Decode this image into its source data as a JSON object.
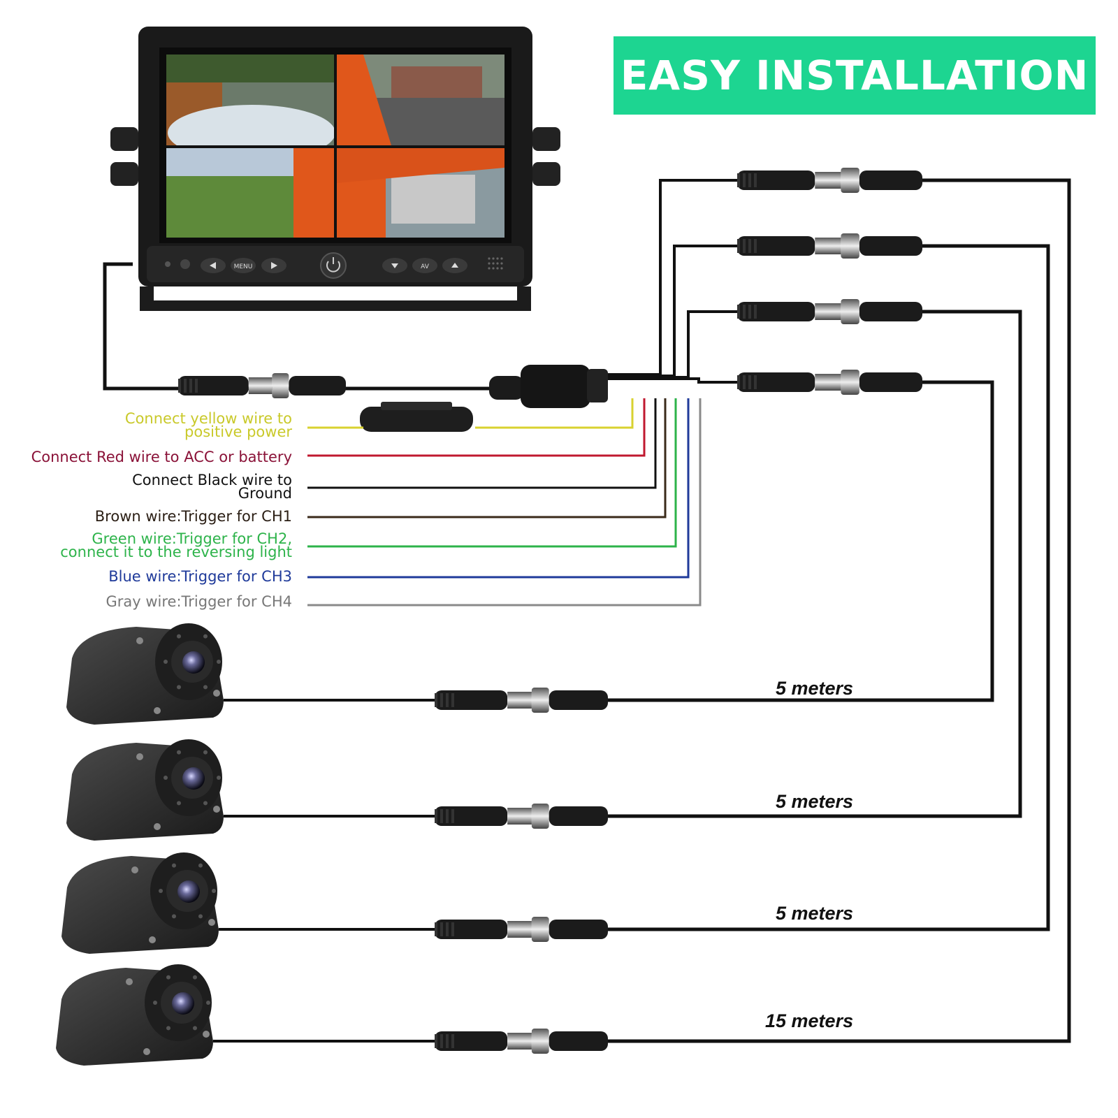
{
  "banner": {
    "text": "EASY INSTALLATION",
    "color": "#1dd591"
  },
  "monitor": {
    "buttons": [
      {
        "icon": "left-arrow-icon"
      },
      {
        "label": "MENU"
      },
      {
        "icon": "right-arrow-icon"
      },
      {
        "icon": "power-icon"
      },
      {
        "icon": "down-arrow-icon"
      },
      {
        "label": "AV"
      },
      {
        "icon": "up-arrow-icon"
      }
    ],
    "screens": [
      "front-view",
      "side-view",
      "rear-view",
      "right-view"
    ]
  },
  "wire_labels": [
    {
      "lines": [
        "Connect yellow wire to",
        "positive power"
      ],
      "color": "#c9c92a"
    },
    {
      "lines": [
        "Connect Red wire to ACC or battery"
      ],
      "color": "#8a1238"
    },
    {
      "lines": [
        "Connect Black wire to",
        "Ground"
      ],
      "color": "#111111"
    },
    {
      "lines": [
        "Brown wire:Trigger for CH1"
      ],
      "color": "#2a1e14"
    },
    {
      "lines": [
        "Green wire:Trigger for CH2,",
        "connect it to the reversing light"
      ],
      "color": "#2db34a"
    },
    {
      "lines": [
        "Blue wire:Trigger for CH3"
      ],
      "color": "#1f3a9a"
    },
    {
      "lines": [
        "Gray wire:Trigger for CH4"
      ],
      "color": "#777777"
    }
  ],
  "wire_colors": [
    "#d8d230",
    "#c0182f",
    "#111111",
    "#3a2a1a",
    "#2db34a",
    "#1f3a9a",
    "#8a8a8a"
  ],
  "cable_lengths": [
    "5 meters",
    "5 meters",
    "5 meters",
    "15 meters"
  ]
}
